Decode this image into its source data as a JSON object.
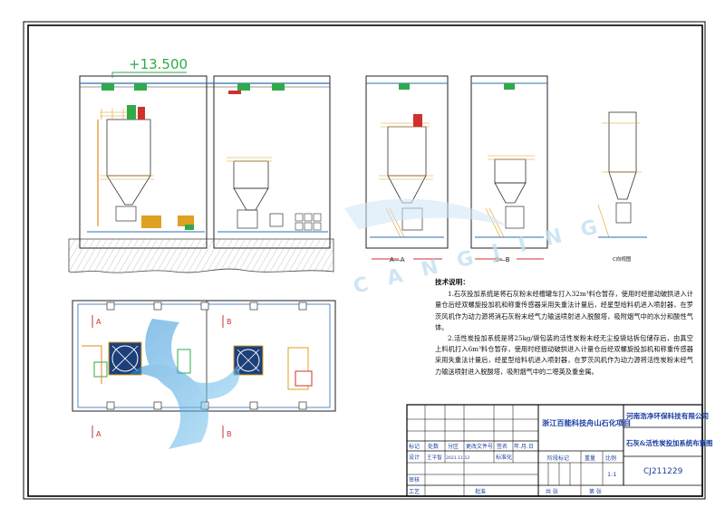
{
  "drawing": {
    "elevation_marker": "+13.500",
    "section_labels": {
      "a": "A",
      "b": "B"
    },
    "section_captions": [
      "A—A",
      "B—B",
      "C向视图"
    ]
  },
  "tech_notes": {
    "heading": "技术说明：",
    "p1": "1.石灰投加系统是将石灰粉末经槽罐车打入32m³料仓暂存，使用时经振动破拱进入计量仓后经双螺旋投加机和称重传感器采用失重法计量后，经星型给料机进入喷射器，在罗茨风机作为动力源将消石灰粉末经气力输送喷射进入脱酸塔，吸附烟气中的水分和酸性气体。",
    "p2": "2.活性炭投加系统是将25kg/袋包装的活性炭粉末经无尘投袋站拆包储存后，由真空上料机打入6m³料仓暂存，使用时经振动破拱进入计量仓后经双螺旋投加机和称重传感器采用失重法计量后，经星型给料机进入喷射器，在罗茨风机作为动力源将活性炭粉末经气力输送喷射进入脱酸塔，吸附烟气中的二噁英及重金属。"
  },
  "title_block": {
    "company": "河南浩净环保科技有限公司",
    "project": "浙江百能科技舟山石化项目",
    "drawing_title": "石灰&活性炭投加系统布置图",
    "drawing_no": "CJ211229",
    "scale_value": "1:1",
    "headers": {
      "mark": "标记",
      "count": "处数",
      "zone": "分区",
      "change_doc": "更改文件号",
      "sign": "签名",
      "date": "年.月.日",
      "design": "设计",
      "standardize": "标准化",
      "review": "审核",
      "process": "工艺",
      "approve": "批准",
      "stage_mark": "阶段标记",
      "weight": "重量",
      "scale": "比例",
      "sheets_total": "共  张",
      "sheet_no": "第  张"
    },
    "designer": "王平智",
    "design_date": "2021.11.12"
  },
  "watermark": {
    "text": "CANGJING"
  }
}
